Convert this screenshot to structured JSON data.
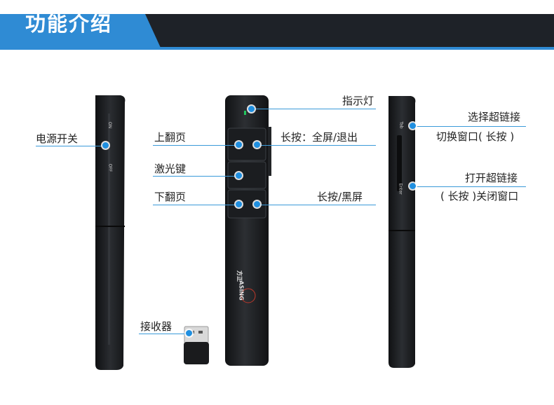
{
  "header": {
    "title": "功能介绍"
  },
  "colors": {
    "accent": "#3a9ad9",
    "banner_blue": "#2f8bd4",
    "banner_dark": "#1e2228",
    "device": "#1b1d20"
  },
  "left_device": {
    "on_mark": "ON",
    "off_mark": "OFF",
    "label_power": "电源开关"
  },
  "center_device": {
    "indicator": "指示灯",
    "page_up": "上翻页",
    "fullscreen": "长按：全屏/退出",
    "laser": "激光键",
    "page_down": "下翻页",
    "blackscreen": "长按/黑屏",
    "brand_mark": "ASING",
    "brand_glyph": "方正"
  },
  "right_device": {
    "tab_mark": "Tab",
    "enter_mark": "Enter",
    "select_link": "选择超链接",
    "switch_window": "切换窗口( 长按 )",
    "open_link": "打开超链接",
    "close_window": "( 长按 )关闭窗口"
  },
  "receiver": {
    "label": "接收器"
  }
}
